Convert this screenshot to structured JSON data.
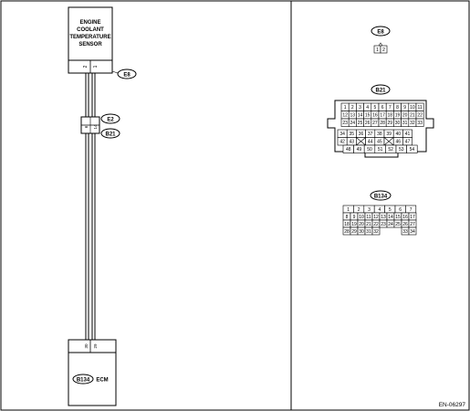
{
  "sensor": {
    "line1": "ENGINE",
    "line2": "COOLANT",
    "line3": "TEMPERATURE",
    "line4": "SENSOR",
    "pin_a": "2",
    "pin_b": "1"
  },
  "connector_tags": {
    "e8": "E8",
    "e2": "E2",
    "b21": "B21",
    "b134": "B134"
  },
  "joint_pins": {
    "a": "6",
    "b": "14"
  },
  "ecm": {
    "label": "ECM",
    "pin_a": "30",
    "pin_b": "29"
  },
  "e8_pins": [
    "1",
    "2"
  ],
  "b21_top_rows": [
    [
      "1",
      "2",
      "3",
      "4",
      "5",
      "6",
      "7",
      "8",
      "9",
      "10",
      "11"
    ],
    [
      "12",
      "13",
      "14",
      "15",
      "16",
      "17",
      "18",
      "19",
      "20",
      "21",
      "22"
    ],
    [
      "23",
      "24",
      "25",
      "26",
      "27",
      "28",
      "29",
      "30",
      "31",
      "32",
      "33"
    ]
  ],
  "b21_bottom_rows": [
    [
      "34",
      "35",
      "36",
      "37",
      "38",
      "39",
      "40",
      "41"
    ],
    [
      "42",
      "43",
      "",
      "44",
      "45",
      "",
      "46",
      "47"
    ],
    [
      "48",
      "49",
      "50",
      "51",
      "52",
      "53",
      "54"
    ]
  ],
  "b134_top": [
    "1",
    "2",
    "3",
    "4",
    "5",
    "6",
    "7"
  ],
  "b134_rows": [
    [
      "8",
      "9",
      "10",
      "11",
      "12",
      "13",
      "14",
      "15",
      "16",
      "17"
    ],
    [
      "18",
      "19",
      "20",
      "21",
      "22",
      "23",
      "24",
      "25",
      "26",
      "27"
    ],
    [
      "28",
      "29",
      "30",
      "31",
      "32",
      "",
      "",
      "",
      "33",
      "34"
    ]
  ],
  "doc_id": "EN-06297"
}
